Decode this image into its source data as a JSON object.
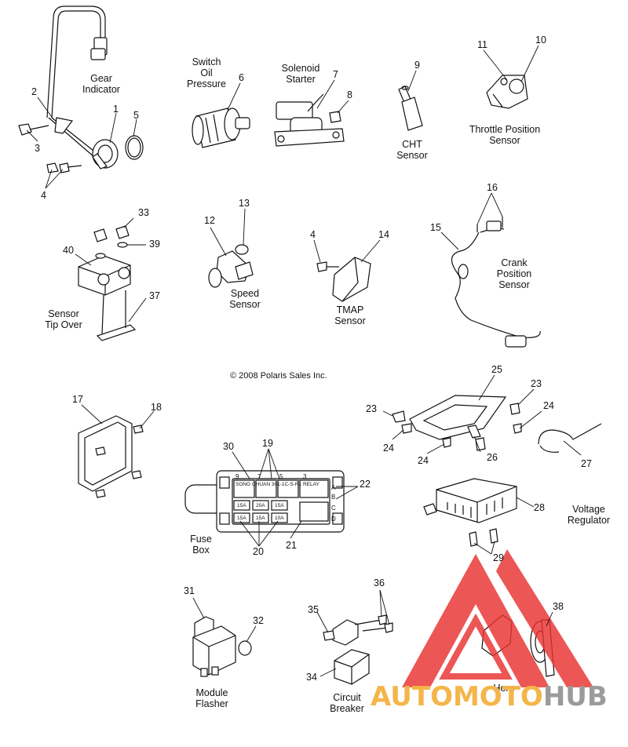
{
  "labels": {
    "gear_indicator": [
      "Gear",
      "Indicator"
    ],
    "switch_oil_pressure": [
      "Switch",
      "Oil",
      "Pressure"
    ],
    "solenoid_starter": [
      "Solenoid",
      "Starter"
    ],
    "cht_sensor": [
      "CHT",
      "Sensor"
    ],
    "throttle_position_sensor": [
      "Throttle Position",
      "Sensor"
    ],
    "sensor_tip_over": [
      "Sensor",
      "Tip Over"
    ],
    "speed_sensor": [
      "Speed",
      "Sensor"
    ],
    "tmap_sensor": [
      "TMAP",
      "Sensor"
    ],
    "crank_position_sensor": [
      "Crank",
      "Position",
      "Sensor"
    ],
    "fuse_box": [
      "Fuse",
      "Box"
    ],
    "voltage_regulator": [
      "Voltage",
      "Regulator"
    ],
    "module_flasher": [
      "Module",
      "Flasher"
    ],
    "circuit_breaker": [
      "Circuit",
      "Breaker"
    ],
    "horn": [
      "Horn"
    ]
  },
  "copyright": "© 2008 Polaris Sales Inc.",
  "callouts": [
    "1",
    "2",
    "3",
    "4",
    "5",
    "6",
    "7",
    "8",
    "9",
    "10",
    "11",
    "4",
    "12",
    "13",
    "14",
    "15",
    "16",
    "33",
    "39",
    "40",
    "37",
    "17",
    "18",
    "25",
    "23",
    "23",
    "24",
    "24",
    "24",
    "26",
    "27",
    "30",
    "19",
    "22",
    "21",
    "20",
    "28",
    "29",
    "31",
    "32",
    "35",
    "36",
    "34",
    "38"
  ],
  "fuse_box": {
    "relay_text": [
      "SONG CHUAN 301-1C-S-R1 RELAY",
      "SONG CHUAN 301-1C-S-R1 RELAY",
      "SONG CHUAN 301-1C-S-R1 RELAY",
      "SONG CHUAN 301-1C-S-R1 RELAY",
      "SONG CHUAN 301-1C-S-R1 RELAY"
    ],
    "fuses": [
      "15A",
      "20A",
      "15A",
      "15A",
      "15A",
      "10A"
    ],
    "top_marks": [
      "9",
      "7",
      "5",
      "3"
    ],
    "side_marks": [
      "A",
      "B",
      "C",
      "D"
    ]
  },
  "watermark": {
    "part_a": "AUTOMOTO",
    "part_b": "HUB",
    "color_a": "#f4b54a",
    "color_b": "#9b9b9b",
    "logo_color": "#e8322f"
  }
}
